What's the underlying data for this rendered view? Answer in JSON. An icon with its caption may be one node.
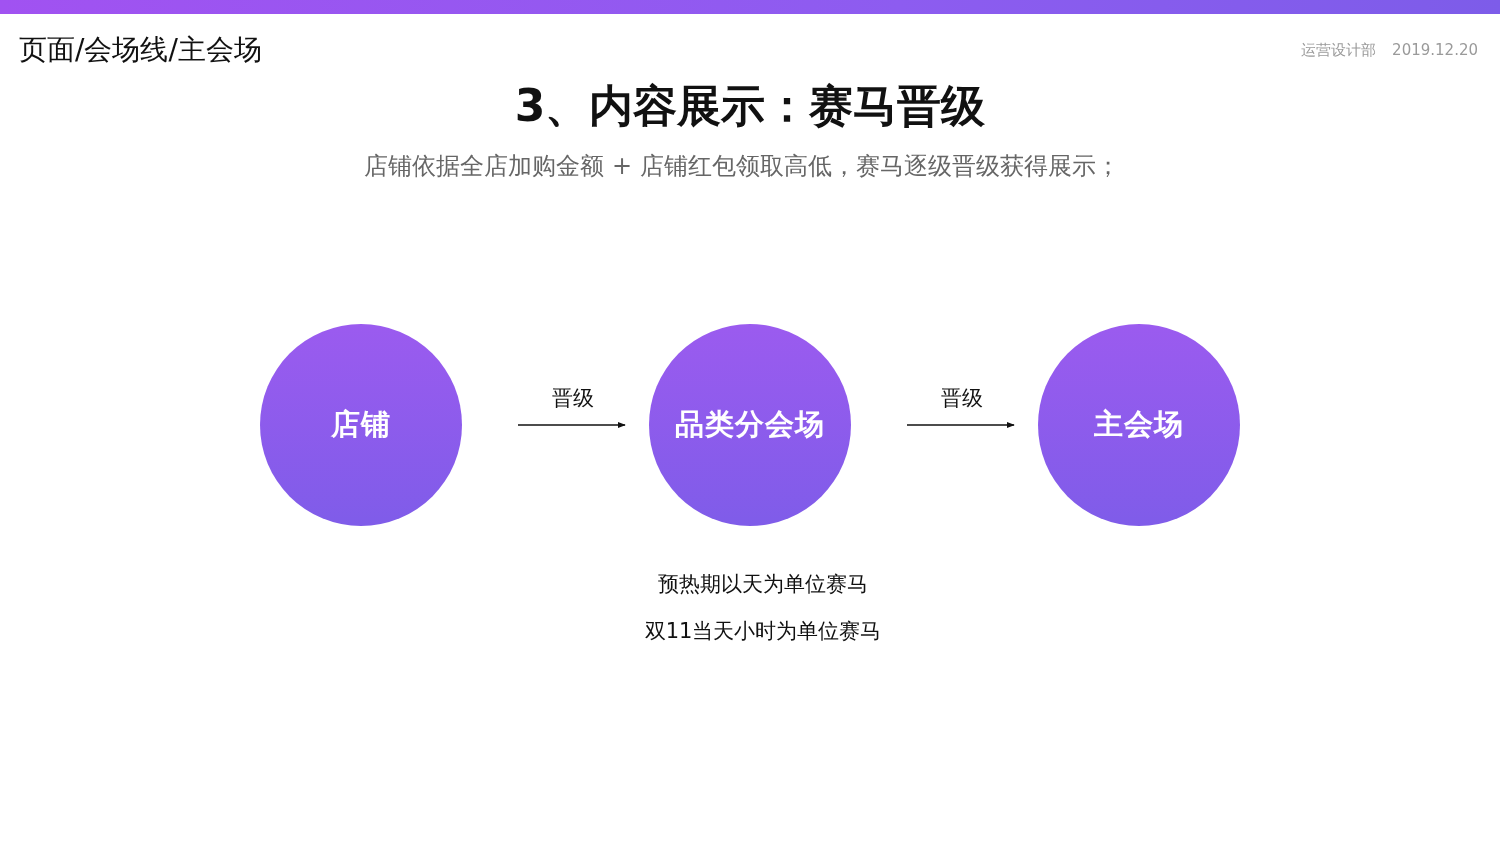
{
  "diagram": {
    "title": "3、内容展示：赛马晋级",
    "nodes": [
      {
        "text": [
          "店铺"
        ]
      },
      {
        "text": [
          "品类分会场"
        ]
      },
      {
        "text": [
          "主会场"
        ]
      }
    ],
    "edges": [
      {
        "from": 0,
        "to": 1,
        "arrow": "to",
        "label": "晋级"
      },
      {
        "from": 1,
        "to": 2,
        "arrow": "to",
        "label": "晋级"
      }
    ],
    "labels": [
      "页面/会场线/主会场",
      "运营设计部",
      "2019.12.20",
      "店铺依据全店加购金额 + 店铺红包领取高低，赛马逐级晋级获得展示；",
      "预热期以天为单位赛马",
      "双11当天小时为单位赛马"
    ]
  }
}
